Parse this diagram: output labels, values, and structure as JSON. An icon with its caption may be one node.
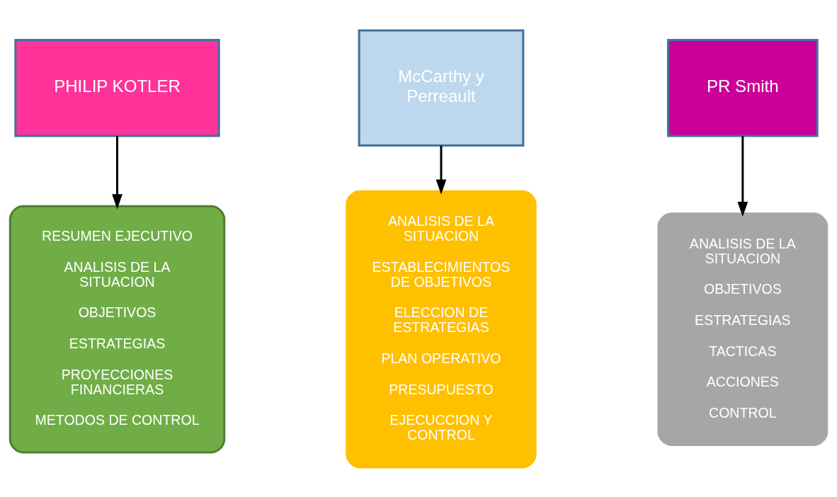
{
  "diagram": {
    "nodes": [
      {
        "text": [
          "PHILIP KOTLER"
        ]
      },
      {
        "text": [
          "RESUMEN EJECUTIVO",
          "ANALISIS DE LA SITUACION",
          "OBJETIVOS",
          "ESTRATEGIAS",
          "PROYECCIONES FINANCIERAS",
          "METODOS DE CONTROL"
        ]
      },
      {
        "text": [
          "McCarthy y Perreault"
        ]
      },
      {
        "text": [
          "ANALISIS DE LA SITUACION",
          "ESTABLECIMIENTOS DE OBJETIVOS",
          "ELECCION DE ESTRATEGIAS",
          "PLAN OPERATIVO",
          "PRESUPUESTO",
          "EJECUCCION Y CONTROL"
        ]
      },
      {
        "text": [
          "PR Smith"
        ]
      },
      {
        "text": [
          "ANALISIS DE LA SITUACION",
          "OBJETIVOS",
          "ESTRATEGIAS",
          "TACTICAS",
          "ACCIONES",
          "CONTROL"
        ]
      }
    ],
    "edges": [
      {
        "from": 0,
        "to": 1,
        "arrow": "to"
      },
      {
        "from": 2,
        "to": 3,
        "arrow": "to"
      },
      {
        "from": 4,
        "to": 5,
        "arrow": "to"
      }
    ]
  }
}
